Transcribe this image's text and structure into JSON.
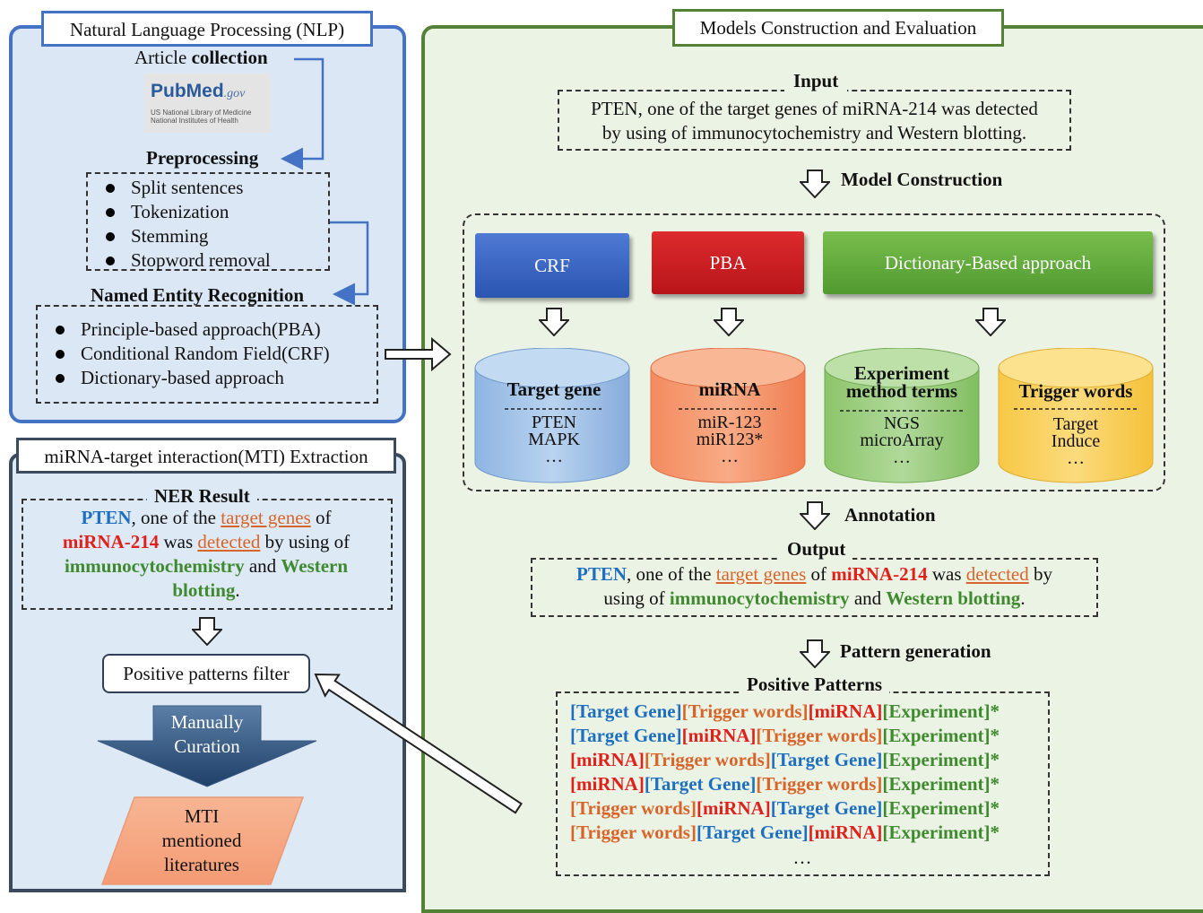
{
  "nlp": {
    "title": "Natural Language Processing (NLP)",
    "article_prefix": "Article ",
    "article_bold": "collection",
    "pubmed_logo": {
      "brand_a": "Pub",
      "brand_b": "Med",
      "brand_c": ".gov",
      "line1": "US National Library of Medicine",
      "line2": "National Institutes of Health"
    },
    "preprocessing_title": "Preprocessing",
    "preprocessing_items": [
      "Split sentences",
      "Tokenization",
      "Stemming",
      "Stopword removal"
    ],
    "ner_title": "Named Entity Recognition",
    "ner_items": [
      "Principle-based approach(PBA)",
      "Conditional Random Field(CRF)",
      "Dictionary-based approach"
    ]
  },
  "mti": {
    "title": "miRNA-target interaction(MTI) Extraction",
    "ner_result_title": "NER Result",
    "ner_result": {
      "gene": "PTEN",
      "t1": ", one of the ",
      "trigger1": "target genes",
      "t2": " of",
      "mirna": "miRNA-214",
      "t3": " was ",
      "trigger2": "detected",
      "t4": " by using of",
      "exp1": "immunocytochemistry",
      "t5": " and ",
      "exp2": "Western",
      "exp3": "blotting",
      "t6": "."
    },
    "filter_label": "Positive patterns filter",
    "curation_line1": "Manually",
    "curation_line2": "Curation",
    "output_line1": "MTI",
    "output_line2": "mentioned",
    "output_line3": "literatures"
  },
  "models": {
    "title": "Models Construction and Evaluation",
    "input_title": "Input",
    "input_line1": "PTEN, one of the target genes of miRNA-214 was detected",
    "input_line2": "by using of immunocytochemistry and Western blotting.",
    "model_construction": "Model Construction",
    "buttons": {
      "crf": "CRF",
      "pba": "PBA",
      "dict": "Dictionary-Based approach"
    },
    "cylinders": [
      {
        "title": "Target gene",
        "line1": "PTEN",
        "line2": "MAPK",
        "line3": "…"
      },
      {
        "title": "miRNA",
        "line1": "miR-123",
        "line2": "miR123*",
        "line3": "…"
      },
      {
        "title_a": "Experiment",
        "title_b": "method terms",
        "line1": "NGS",
        "line2": "microArray",
        "line3": "…"
      },
      {
        "title": "Trigger words",
        "line1": "Target",
        "line2": "Induce",
        "line3": "…"
      }
    ],
    "annotation": "Annotation",
    "output_title": "Output",
    "output": {
      "gene": "PTEN",
      "t1": ", one of the ",
      "trigger1": "target genes",
      "t2": " of ",
      "mirna": "miRNA-214",
      "t3": " was ",
      "trigger2": "detected",
      "t4": " by",
      "t5": "using of ",
      "exp1": "immunocytochemistry",
      "t6": " and ",
      "exp2": "Western blotting",
      "t7": "."
    },
    "pattern_generation": "Pattern generation",
    "positive_patterns_title": "Positive Patterns",
    "tokens": {
      "gene": "[Target Gene]",
      "trigger": "[Trigger words]",
      "mirna": "[miRNA]",
      "exp": "[Experiment]",
      "star": "*"
    },
    "ellipsis": "…"
  },
  "colors": {
    "nlp_border": "#4472c4",
    "nlp_fill": "#dbe7f5",
    "mti_border": "#3b4a5c",
    "mti_fill": "#dde9f5",
    "models_border": "#538135",
    "models_fill": "#ebf3e4",
    "gene_blue": "#1f6fc1",
    "mirna_red": "#e0201b",
    "exp_green": "#3f8a2f",
    "trigger_orange": "#d9642a"
  }
}
